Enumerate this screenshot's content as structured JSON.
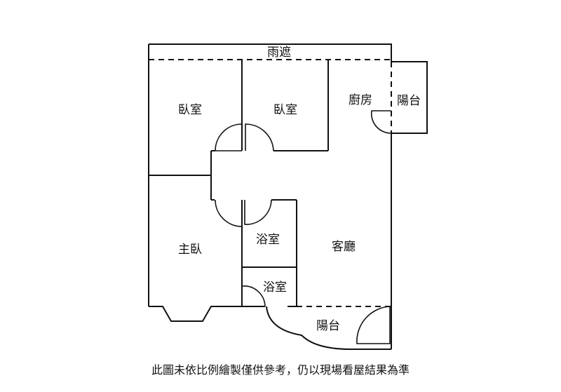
{
  "rooms": {
    "canopy": "雨遮",
    "bedroom_left": "臥室",
    "bedroom_right": "臥室",
    "kitchen": "廚房",
    "balcony_side": "陽台",
    "master_bedroom": "主臥",
    "bathroom_upper": "浴室",
    "bathroom_lower": "浴室",
    "living_room": "客廳",
    "balcony_front": "陽台"
  },
  "disclaimer": "此圖未依比例繪製僅供參考，仍以現場看屋結果為準"
}
